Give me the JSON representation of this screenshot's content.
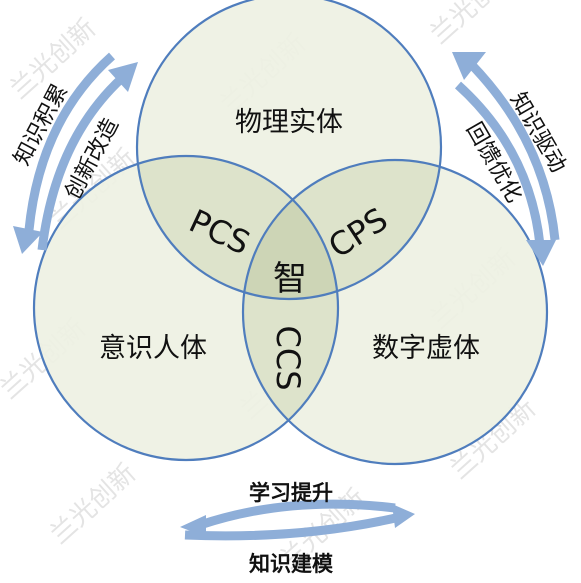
{
  "circles": {
    "physical": "物理实体",
    "conscious": "意识人体",
    "digital": "数字虚体"
  },
  "overlaps": {
    "pcs": "PCS",
    "cps": "CPS",
    "ccs": "CCS",
    "center": "智"
  },
  "arrows": {
    "left_outer": "知识积累",
    "left_inner": "创新改造",
    "right_outer": "知识驱动",
    "right_inner": "回馈优化",
    "bottom_top": "学习提升",
    "bottom_bottom": "知识建模"
  },
  "watermark": "兰光创新",
  "colors": {
    "circle_fill": "#eef1e3",
    "circle_stroke": "#4f7dbd",
    "overlap_fill": "#dde3cb",
    "center_fill": "#cdd5b6",
    "arrow_fill": "#8eaed8"
  }
}
